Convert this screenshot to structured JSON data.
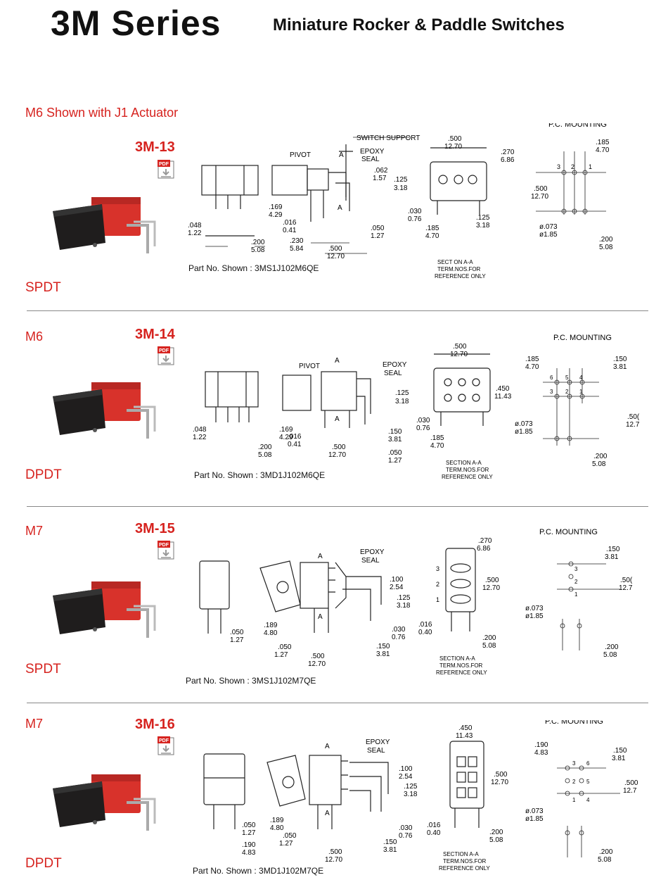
{
  "header": {
    "series": "3M Series",
    "subtitle": "Miniature Rocker & Paddle Switches"
  },
  "colors": {
    "accent": "#d6231f",
    "rocker": "#1f1d1d",
    "body": "#d8322b"
  },
  "sections": [
    {
      "label": "M6 Shown with J1 Actuator",
      "model": "3M-13",
      "type": "SPDT",
      "part_no": "Part No. Shown : 3MS1J102M6QE",
      "icon": "pdf-icon",
      "annotations": {
        "support": "SWITCH  SUPPORT",
        "pivot": "PIVOT",
        "epoxy": "EPOXY",
        "seal": "SEAL",
        "a": "A",
        "d_500": ".500",
        "d_12_70": "12.70",
        "d_270": ".270",
        "d_6_86": "6.86",
        "d_062": ".062",
        "d_1_57": "1.57",
        "d_125": ".125",
        "d_3_18": "3.18",
        "d_169": ".169",
        "d_4_29": "4.29",
        "d_048": ".048",
        "d_1_22": "1.22",
        "d_016": ".016",
        "d_0_41": "0.41",
        "d_230": ".230",
        "d_5_84": "5.84",
        "d_200": ".200",
        "d_5_08": "5.08",
        "d_050": ".050",
        "d_1_27": "1.27",
        "d_030": ".030",
        "d_0_76": "0.76",
        "d_185": ".185",
        "d_4_70": "4.70",
        "d_073": "ø.073",
        "d_1_85": "ø1.85",
        "pc_mounting": "P.C. MOUNTING",
        "pc_185": ".185",
        "pc_4_70": "4.70",
        "pc_500": ".500",
        "pc_12_70": "12.70",
        "pc_200": ".200",
        "pc_5_08": "5.08",
        "pin3": "3",
        "pin2": "2",
        "pin1": "1",
        "sec_note1": "SECT ON A-A",
        "sec_note2": "TERM.NOS.FOR",
        "sec_note3": "REFERENCE ONLY"
      }
    },
    {
      "label": "M6",
      "model": "3M-14",
      "type": "DPDT",
      "part_no": "Part No. Shown : 3MD1J102M6QE",
      "icon": "pdf-icon",
      "annotations": {
        "pivot": "PIVOT",
        "epoxy": "EPOXY",
        "seal": "SEAL",
        "a": "A",
        "d_500": ".500",
        "d_12_70": "12.70",
        "d_450": ".450",
        "d_11_43": "11.43",
        "d_125": ".125",
        "d_3_18": "3.18",
        "d_169": ".169",
        "d_4_29": "4.29",
        "d_048": ".048",
        "d_1_22": "1.22",
        "d_016": ".016",
        "d_0_41": "0.41",
        "d_200": ".200",
        "d_5_08": "5.08",
        "d_150": ".150",
        "d_3_81": "3.81",
        "d_050": ".050",
        "d_1_27": "1.27",
        "d_030": ".030",
        "d_0_76": "0.76",
        "d_185": ".185",
        "d_4_70": "4.70",
        "pc_mounting": "P.C. MOUNTING",
        "pc_185": ".185",
        "pc_4_70": "4.70",
        "pc_150": ".150",
        "pc_3_81": "3.81",
        "pc_073": "ø.073",
        "pc_1_85": "ø1.85",
        "pc_500": ".50(",
        "pc_12_7": "12.7",
        "pc_200": ".200",
        "pc_5_08": "5.08",
        "pin6": "6",
        "pin5": "5",
        "pin4": "4",
        "pin3": "3",
        "pin2": "2",
        "pin1": "1",
        "sec_note1": "SECTION A-A",
        "sec_note2": "TERM.NOS.FOR",
        "sec_note3": "REFERENCE ONLY"
      }
    },
    {
      "label": "M7",
      "model": "3M-15",
      "type": "SPDT",
      "part_no": "Part No. Shown : 3MS1J102M7QE",
      "icon": "pdf-icon",
      "annotations": {
        "epoxy": "EPOXY",
        "seal": "SEAL",
        "a": "A",
        "d_270": ".270",
        "d_6_86": "6.86",
        "d_500": ".500",
        "d_12_70": "12.70",
        "d_100": ".100",
        "d_2_54": "2.54",
        "d_125": ".125",
        "d_3_18": "3.18",
        "d_189": ".189",
        "d_4_80": "4.80",
        "d_050": ".050",
        "d_1_27": "1.27",
        "d_030": ".030",
        "d_0_76": "0.76",
        "d_150": ".150",
        "d_3_81": "3.81",
        "d_016": ".016",
        "d_0_40": "0.40",
        "d_200": ".200",
        "d_5_08": "5.08",
        "pc_mounting": "P.C. MOUNTING",
        "pc_150": ".150",
        "pc_3_81": "3.81",
        "pc_500": ".50(",
        "pc_12_7": "12.7",
        "pc_073": "ø.073",
        "pc_1_85": "ø1.85",
        "pc_200": ".200",
        "pc_5_08": "5.08",
        "pin3": "3",
        "pin2": "2",
        "pin1": "1",
        "sec_note1": "SECTION A-A",
        "sec_note2": "TERM.NOS.FOR",
        "sec_note3": "REFERENCE ONLY"
      }
    },
    {
      "label": "M7",
      "model": "3M-16",
      "type": "DPDT",
      "part_no": "Part No. Shown : 3MD1J102M7QE",
      "icon": "pdf-icon",
      "annotations": {
        "epoxy": "EPOXY",
        "seal": "SEAL",
        "a": "A",
        "d_450": ".450",
        "d_11_43": "11.43",
        "d_500": ".500",
        "d_12_70": "12.70",
        "d_100": ".100",
        "d_2_54": "2.54",
        "d_125": ".125",
        "d_3_18": "3.18",
        "d_189": ".189",
        "d_4_80": "4.80",
        "d_050": ".050",
        "d_1_27": "1.27",
        "d_190": ".190",
        "d_4_83": "4.83",
        "d_030": ".030",
        "d_0_76": "0.76",
        "d_150": ".150",
        "d_3_81": "3.81",
        "d_016": ".016",
        "d_0_40": "0.40",
        "d_200": ".200",
        "d_5_08": "5.08",
        "pc_mounting": "P.C. MOUNTING",
        "pc_190": ".190",
        "pc_4_83": "4.83",
        "pc_150": ".150",
        "pc_3_81": "3.81",
        "pc_500": ".500",
        "pc_12_7": "12.7",
        "pc_073": "ø.073",
        "pc_1_85": "ø1.85",
        "pc_200": ".200",
        "pc_5_08": "5.08",
        "pin6": "6",
        "pin5": "5",
        "pin4": "4",
        "pin3": "3",
        "pin2": "2",
        "pin1": "1",
        "sec_note1": "SECTION A-A",
        "sec_note2": "TERM.NOS.FOR",
        "sec_note3": "REFERENCE ONLY"
      }
    }
  ]
}
